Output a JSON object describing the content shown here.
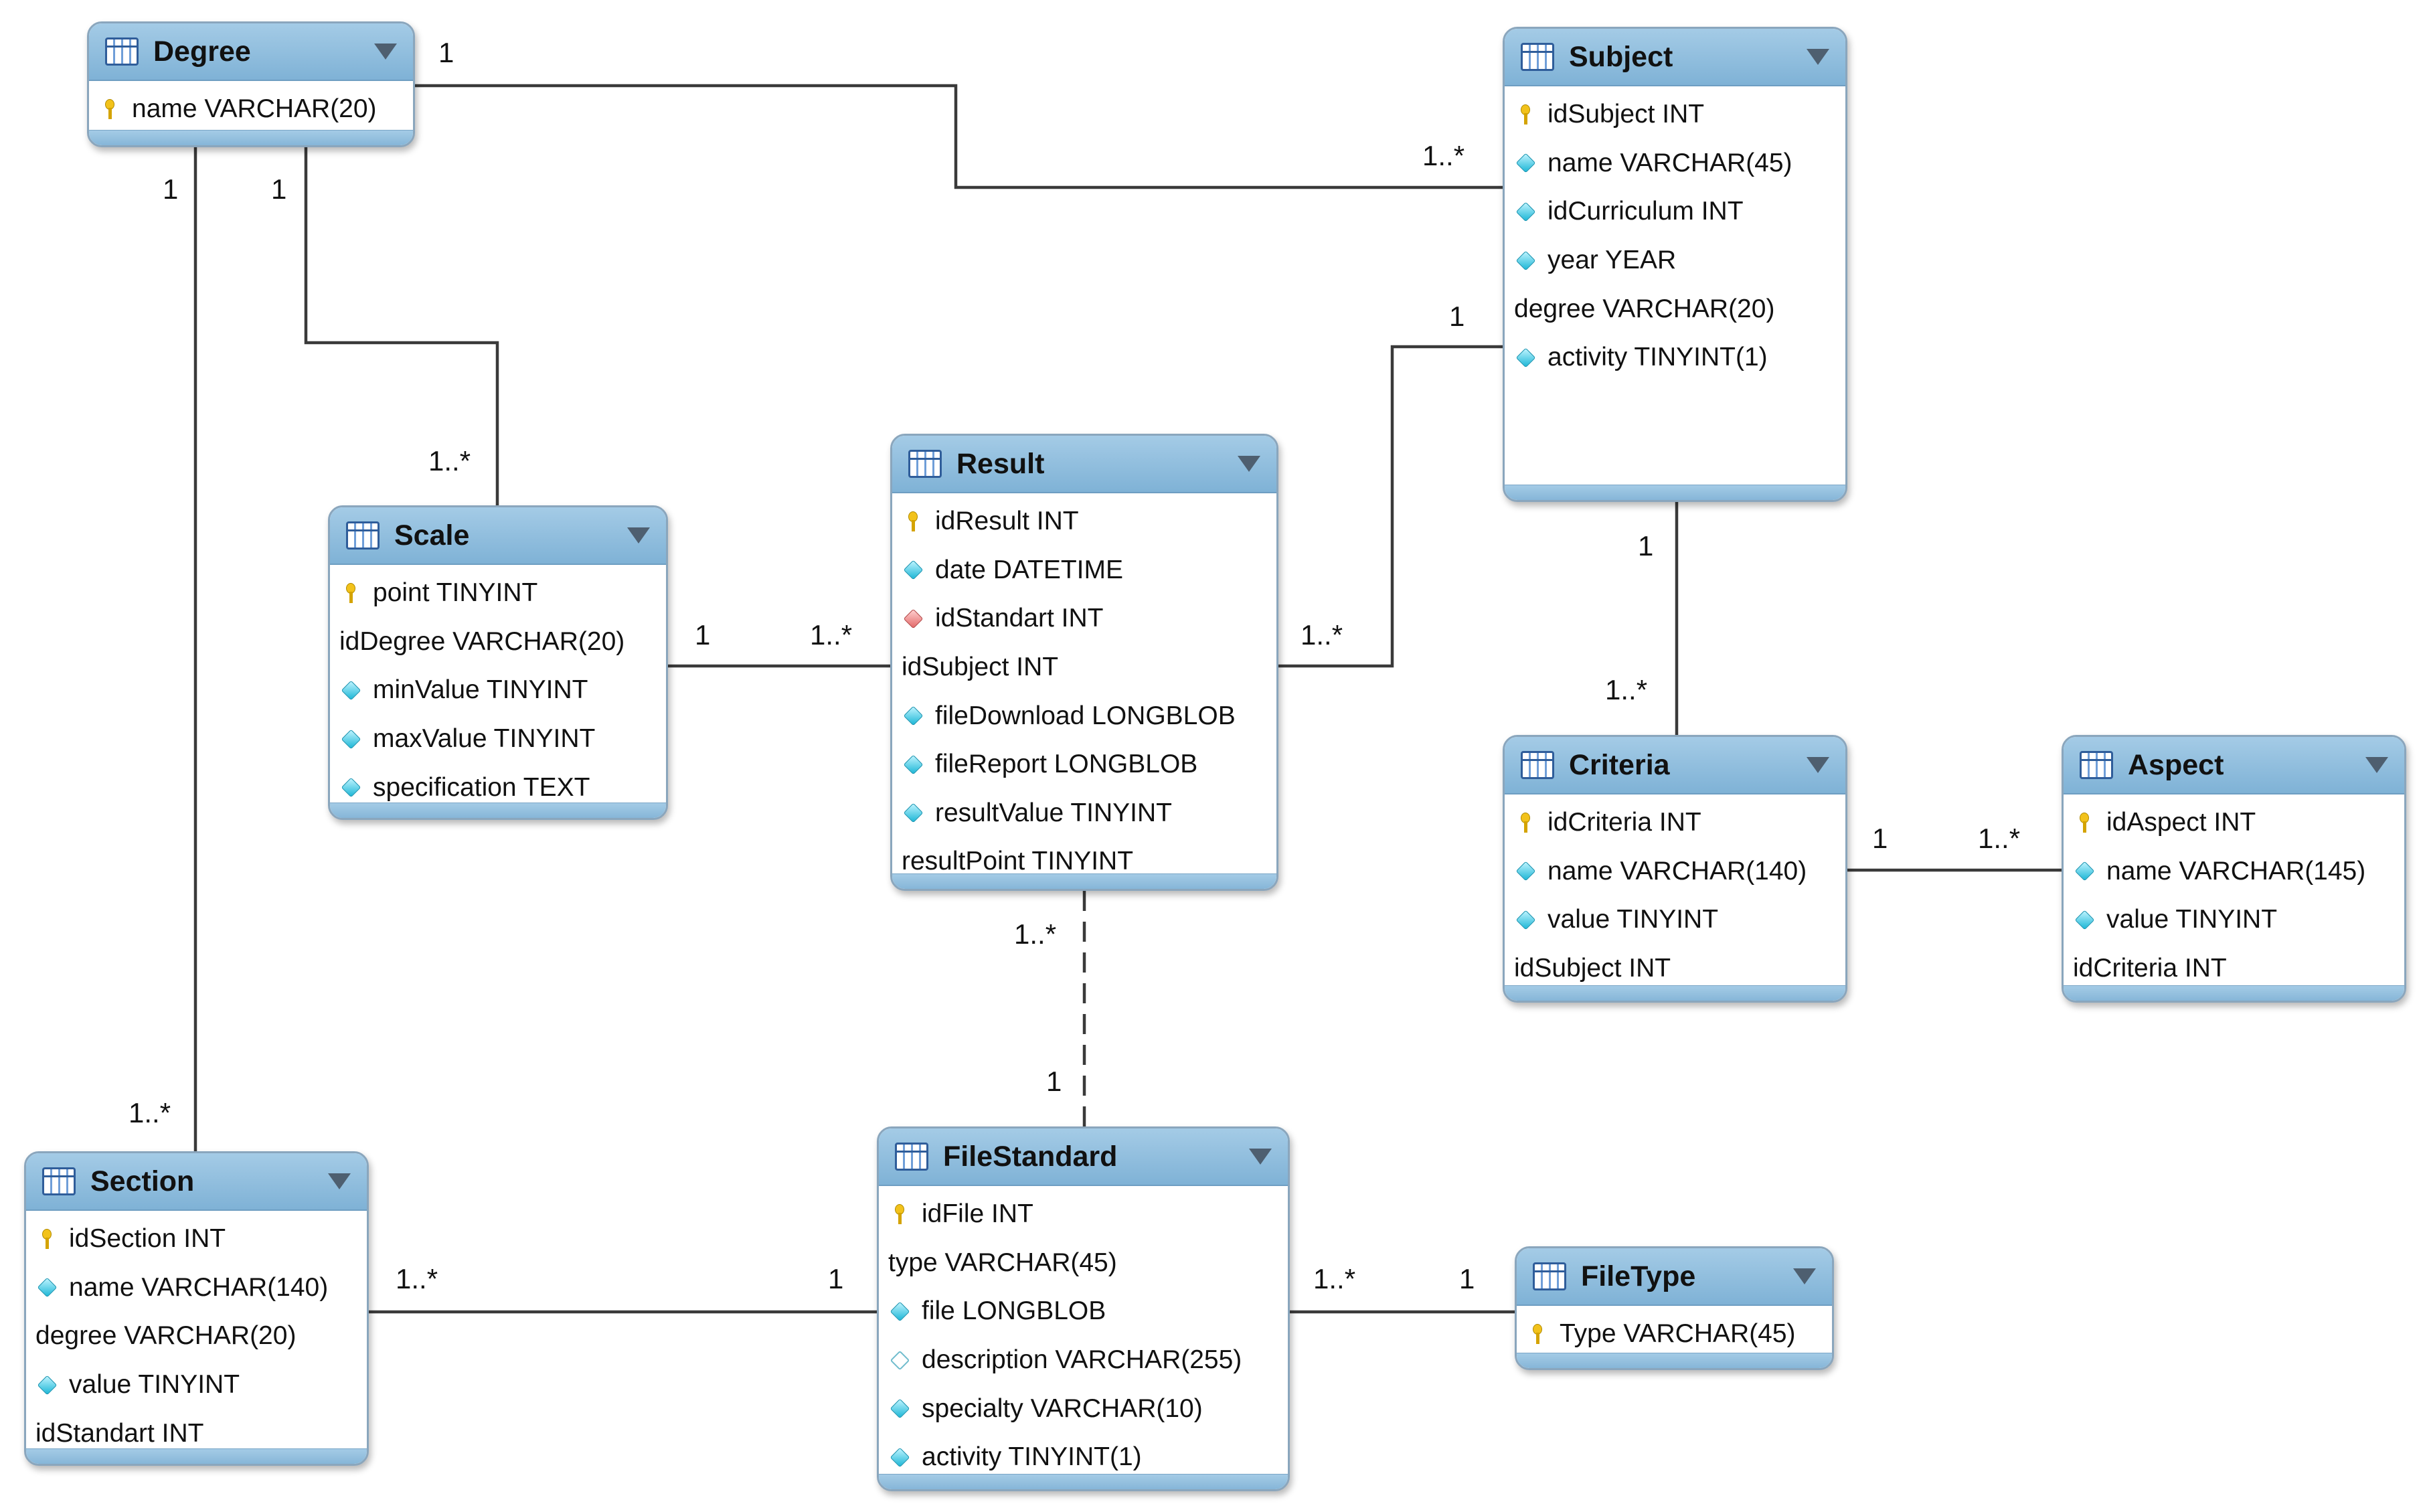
{
  "tables": [
    {
      "id": "degree",
      "title": "Degree",
      "columns": [
        {
          "icon": "key",
          "text": "name VARCHAR(20)"
        }
      ]
    },
    {
      "id": "subject",
      "title": "Subject",
      "columns": [
        {
          "icon": "key",
          "text": "idSubject INT"
        },
        {
          "icon": "cyan",
          "text": "name VARCHAR(45)"
        },
        {
          "icon": "cyan",
          "text": "idCurriculum INT"
        },
        {
          "icon": "cyan",
          "text": "year YEAR"
        },
        {
          "icon": "none",
          "text": "degree VARCHAR(20)"
        },
        {
          "icon": "cyan",
          "text": "activity TINYINT(1)"
        }
      ]
    },
    {
      "id": "result",
      "title": "Result",
      "columns": [
        {
          "icon": "key",
          "text": "idResult INT"
        },
        {
          "icon": "cyan",
          "text": "date DATETIME"
        },
        {
          "icon": "red",
          "text": "idStandart INT"
        },
        {
          "icon": "none",
          "text": "idSubject INT"
        },
        {
          "icon": "cyan",
          "text": "fileDownload LONGBLOB"
        },
        {
          "icon": "cyan",
          "text": "fileReport LONGBLOB"
        },
        {
          "icon": "cyan",
          "text": "resultValue TINYINT"
        },
        {
          "icon": "none",
          "text": "resultPoint TINYINT"
        }
      ]
    },
    {
      "id": "scale",
      "title": "Scale",
      "columns": [
        {
          "icon": "key",
          "text": "point TINYINT"
        },
        {
          "icon": "none",
          "text": "idDegree VARCHAR(20)"
        },
        {
          "icon": "cyan",
          "text": "minValue TINYINT"
        },
        {
          "icon": "cyan",
          "text": "maxValue TINYINT"
        },
        {
          "icon": "cyan",
          "text": "specification TEXT"
        }
      ]
    },
    {
      "id": "criteria",
      "title": "Criteria",
      "columns": [
        {
          "icon": "key",
          "text": "idCriteria INT"
        },
        {
          "icon": "cyan",
          "text": "name VARCHAR(140)"
        },
        {
          "icon": "cyan",
          "text": "value TINYINT"
        },
        {
          "icon": "none",
          "text": "idSubject INT"
        }
      ]
    },
    {
      "id": "aspect",
      "title": "Aspect",
      "columns": [
        {
          "icon": "key",
          "text": "idAspect INT"
        },
        {
          "icon": "cyan",
          "text": "name VARCHAR(145)"
        },
        {
          "icon": "cyan",
          "text": "value TINYINT"
        },
        {
          "icon": "none",
          "text": "idCriteria INT"
        }
      ]
    },
    {
      "id": "section",
      "title": "Section",
      "columns": [
        {
          "icon": "key",
          "text": "idSection INT"
        },
        {
          "icon": "cyan",
          "text": "name VARCHAR(140)"
        },
        {
          "icon": "none",
          "text": "degree VARCHAR(20)"
        },
        {
          "icon": "cyan",
          "text": "value TINYINT"
        },
        {
          "icon": "none",
          "text": "idStandart INT"
        }
      ]
    },
    {
      "id": "filestandard",
      "title": "FileStandard",
      "columns": [
        {
          "icon": "key",
          "text": "idFile INT"
        },
        {
          "icon": "none",
          "text": "type VARCHAR(45)"
        },
        {
          "icon": "cyan",
          "text": "file LONGBLOB"
        },
        {
          "icon": "hollow",
          "text": "description VARCHAR(255)"
        },
        {
          "icon": "cyan",
          "text": "specialty VARCHAR(10)"
        },
        {
          "icon": "cyan",
          "text": "activity TINYINT(1)"
        }
      ]
    },
    {
      "id": "filetype",
      "title": "FileType",
      "columns": [
        {
          "icon": "key",
          "text": "Type VARCHAR(45)"
        }
      ]
    }
  ],
  "relationships": [
    {
      "id": "degree-subject",
      "from": "Degree",
      "to": "Subject",
      "from_card": "1",
      "to_card": "1..*",
      "style": "solid"
    },
    {
      "id": "degree-scale",
      "from": "Degree",
      "to": "Scale",
      "from_card": "1",
      "to_card": "1..*",
      "style": "solid"
    },
    {
      "id": "degree-section",
      "from": "Degree",
      "to": "Section",
      "from_card": "1",
      "to_card": "1..*",
      "style": "solid"
    },
    {
      "id": "scale-result",
      "from": "Scale",
      "to": "Result",
      "from_card": "1",
      "to_card": "1..*",
      "style": "solid"
    },
    {
      "id": "subject-result",
      "from": "Subject",
      "to": "Result",
      "from_card": "1",
      "to_card": "1..*",
      "style": "solid"
    },
    {
      "id": "subject-criteria",
      "from": "Subject",
      "to": "Criteria",
      "from_card": "1",
      "to_card": "1..*",
      "style": "solid"
    },
    {
      "id": "criteria-aspect",
      "from": "Criteria",
      "to": "Aspect",
      "from_card": "1",
      "to_card": "1..*",
      "style": "solid"
    },
    {
      "id": "filestandard-result",
      "from": "FileStandard",
      "to": "Result",
      "from_card": "1",
      "to_card": "1..*",
      "style": "dashed"
    },
    {
      "id": "filestandard-section",
      "from": "FileStandard",
      "to": "Section",
      "from_card": "1",
      "to_card": "1..*",
      "style": "solid"
    },
    {
      "id": "filetype-filestandard",
      "from": "FileType",
      "to": "FileStandard",
      "from_card": "1",
      "to_card": "1..*",
      "style": "solid"
    }
  ]
}
